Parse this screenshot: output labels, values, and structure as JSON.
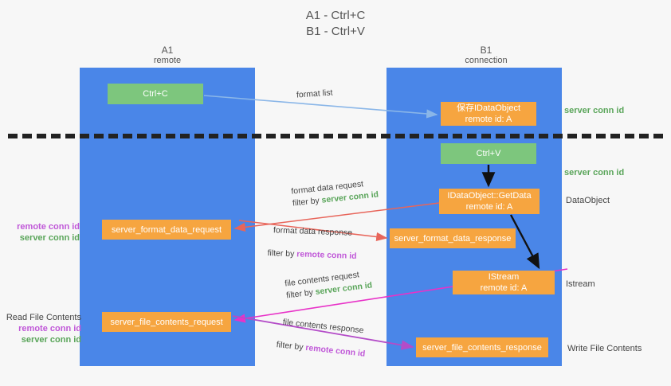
{
  "title": {
    "line1": "A1 - Ctrl+C",
    "line2": "B1 - Ctrl+V"
  },
  "columns": {
    "a1": {
      "name": "A1",
      "role": "remote"
    },
    "b1": {
      "name": "B1",
      "role": "connection"
    }
  },
  "boxes": {
    "ctrl_c": {
      "line1": "Ctrl+C",
      "line2": "",
      "color": "#7dc67d"
    },
    "ctrl_v": {
      "line1": "Ctrl+V",
      "line2": "",
      "color": "#7dc67d"
    },
    "save_idataobject": {
      "line1": "保存IDataObject",
      "line2": "remote id: A",
      "color": "#f6a540"
    },
    "getdata": {
      "line1": "IDataObject::GetData",
      "line2": "remote id: A",
      "color": "#f6a540"
    },
    "istream": {
      "line1": "IStream",
      "line2": "remote id: A",
      "color": "#f6a540"
    },
    "format_data_request": {
      "line1": "server_format_data_request",
      "line2": "",
      "color": "#f6a540"
    },
    "format_data_response": {
      "line1": "server_format_data_response",
      "line2": "",
      "color": "#f6a540"
    },
    "file_contents_request": {
      "line1": "server_file_contents_request",
      "line2": "",
      "color": "#f6a540"
    },
    "file_contents_response": {
      "line1": "server_file_contents_response",
      "line2": "",
      "color": "#f6a540"
    }
  },
  "right_labels": {
    "server_conn_id_1": "server conn id",
    "server_conn_id_2": "server conn id",
    "dataobject": "DataObject",
    "istream": "Istream",
    "write_file_contents": "Write File Contents"
  },
  "left_labels": {
    "remote_conn_id_1": "remote conn id",
    "server_conn_id_1": "server conn id",
    "read_file_contents": "Read File Contents",
    "remote_conn_id_2": "remote conn id",
    "server_conn_id_2": "server conn id"
  },
  "arrow_captions": {
    "format_list": {
      "line1": "format list",
      "filter_prefix": "",
      "filter_value": ""
    },
    "format_data_request": {
      "line1": "format data request",
      "filter_prefix": "filter by ",
      "filter_value": "server conn id"
    },
    "format_data_response": {
      "line1": "format data response",
      "filter_prefix": "filter by ",
      "filter_value": "remote conn id"
    },
    "file_contents_request": {
      "line1": "file contents request",
      "filter_prefix": "filter by ",
      "filter_value": "server conn id"
    },
    "file_contents_response": {
      "line1": "file contents response",
      "filter_prefix": "filter by ",
      "filter_value": "remote conn id"
    }
  },
  "colors": {
    "lane": "#4a86e8",
    "orange": "#f6a540",
    "green_box": "#7dc67d",
    "green_text": "#5aa55a",
    "purple_text": "#c058d8",
    "divider": "#222222",
    "arrow_light_blue": "#8ab6e8",
    "arrow_red": "#e8655a",
    "arrow_magenta": "#e832c8",
    "arrow_purple": "#b44cc8",
    "arrow_black": "#111111",
    "background": "#f7f7f7"
  }
}
